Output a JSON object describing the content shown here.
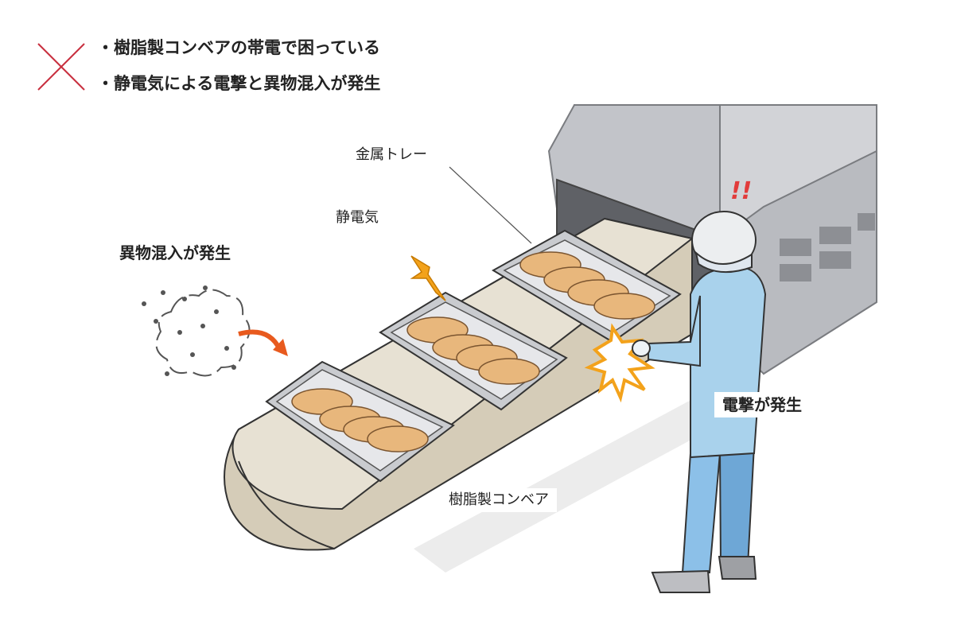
{
  "header": {
    "mark_icon": "cross-mark-icon",
    "mark_color": "#c8303f",
    "bullets": [
      "・樹脂製コンベアの帯電で困っている",
      "・静電気による電撃と異物混入が発生"
    ]
  },
  "labels": {
    "foreign_matter": "異物混入が発生",
    "static": "静電気",
    "metal_tray": "金属トレー",
    "shock": "電撃が発生",
    "conveyor": "樹脂製コンベア",
    "alert": "!!"
  },
  "colors": {
    "conveyor_top": "#e7e1d3",
    "conveyor_side": "#d5ccb8",
    "machine": "#d2d3d7",
    "tray": "#c9cbcf",
    "bread": "#e8b77c",
    "spark": "#f3a21b",
    "arrow": "#e85a1e",
    "coat": "#a9d2ec",
    "pants": "#6ea7d6"
  }
}
